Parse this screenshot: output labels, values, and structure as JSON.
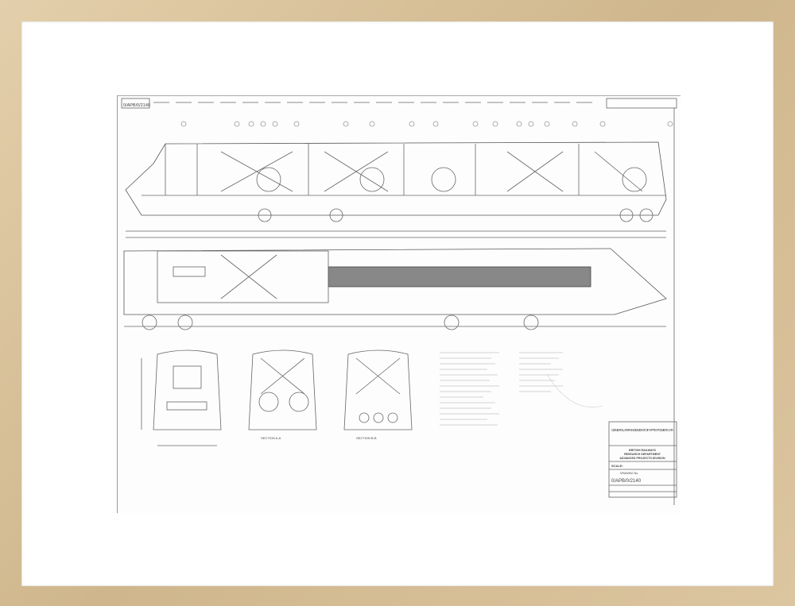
{
  "drawing": {
    "drawing_number": "0/APB/0/2140",
    "title": "GENERAL ARRANGEMENT OF APT-E POWER CAR",
    "organisation": [
      "BRITISH RAILWAYS",
      "RESEARCH DEPARTMENT",
      "ADVANCED PROJECTS DIVISION"
    ],
    "scale_label": "SCALE:",
    "drawing_no_label": "DRAWING No.",
    "section_labels": [
      "SECTION A-A",
      "SECTION B-B"
    ]
  },
  "colors": {
    "frame": "#d8c29c",
    "mat": "#ffffff",
    "ink": "#555555"
  }
}
